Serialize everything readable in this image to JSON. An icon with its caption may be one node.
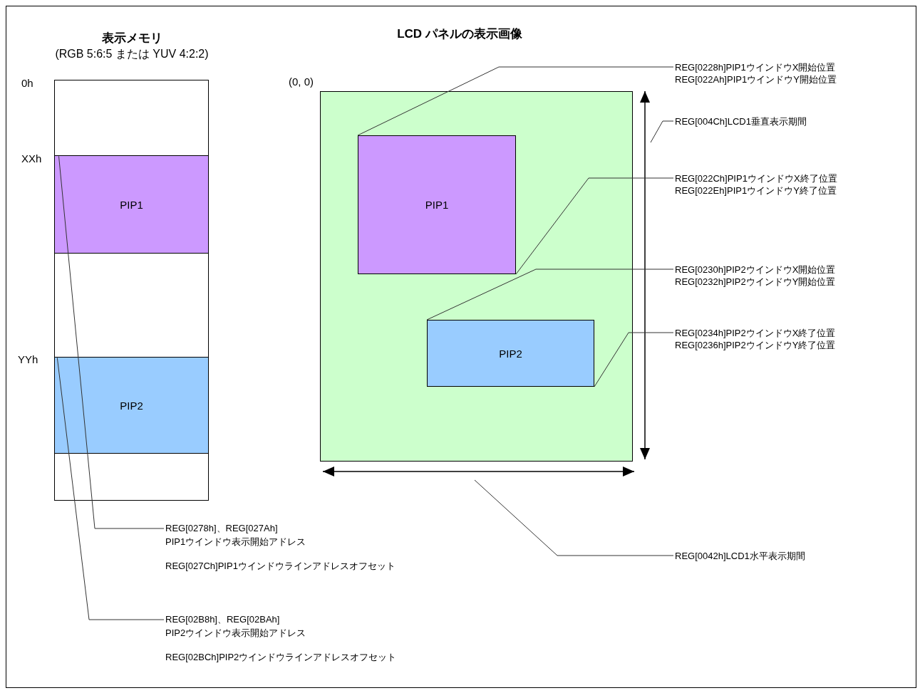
{
  "diagram": {
    "nodes": [
      {
        "text": [
          "表示メモリ",
          "(RGB 5:6:5 または YUV 4:2:2)"
        ]
      },
      {
        "text": [
          "PIP1"
        ],
        "in": 0
      },
      {
        "text": [
          "PIP2"
        ],
        "in": 0
      },
      {
        "text": [
          "LCD パネルの表示画像"
        ]
      },
      {
        "text": [
          "PIP1"
        ],
        "in": 3
      },
      {
        "text": [
          "PIP2"
        ],
        "in": 3
      },
      {
        "text": [
          "REG[0228h]PIP1ウインドウX開始位置",
          "REG[022Ah]PIP1ウインドウY開始位置"
        ]
      },
      {
        "text": [
          "REG[004Ch]LCD1垂直表示期間"
        ]
      },
      {
        "text": [
          "REG[022Ch]PIP1ウインドウX終了位置",
          "REG[022Eh]PIP1ウインドウY終了位置"
        ]
      },
      {
        "text": [
          "REG[0230h]PIP2ウインドウX開始位置",
          "REG[0232h]PIP2ウインドウY開始位置"
        ]
      },
      {
        "text": [
          "REG[0234h]PIP2ウインドウX終了位置",
          "REG[0236h]PIP2ウインドウY終了位置"
        ]
      },
      {
        "text": [
          "REG[0042h]LCD1水平表示期間"
        ]
      },
      {
        "text": [
          "REG[0278h]、REG[027Ah]",
          "PIP1ウインドウ表示開始アドレス",
          "REG[027Ch]PIP1ウインドウラインアドレスオフセット"
        ]
      },
      {
        "text": [
          "REG[02B8h]、REG[02BAh]",
          "PIP2ウインドウ表示開始アドレス",
          "REG[02BCh]PIP2ウインドウラインアドレスオフセット"
        ]
      }
    ],
    "edges": [
      {
        "from": 6,
        "to": 4,
        "arrow": "none"
      },
      {
        "from": 7,
        "to": null,
        "arrow": "none"
      },
      {
        "from": 8,
        "to": 4,
        "arrow": "none"
      },
      {
        "from": 9,
        "to": 5,
        "arrow": "none"
      },
      {
        "from": 10,
        "to": 5,
        "arrow": "none"
      },
      {
        "from": 11,
        "to": null,
        "arrow": "none"
      },
      {
        "from": 12,
        "to": 1,
        "arrow": "none"
      },
      {
        "from": 13,
        "to": 2,
        "arrow": "none"
      }
    ],
    "labels": [
      "0h",
      "XXh",
      "YYh",
      "(0, 0)"
    ]
  }
}
